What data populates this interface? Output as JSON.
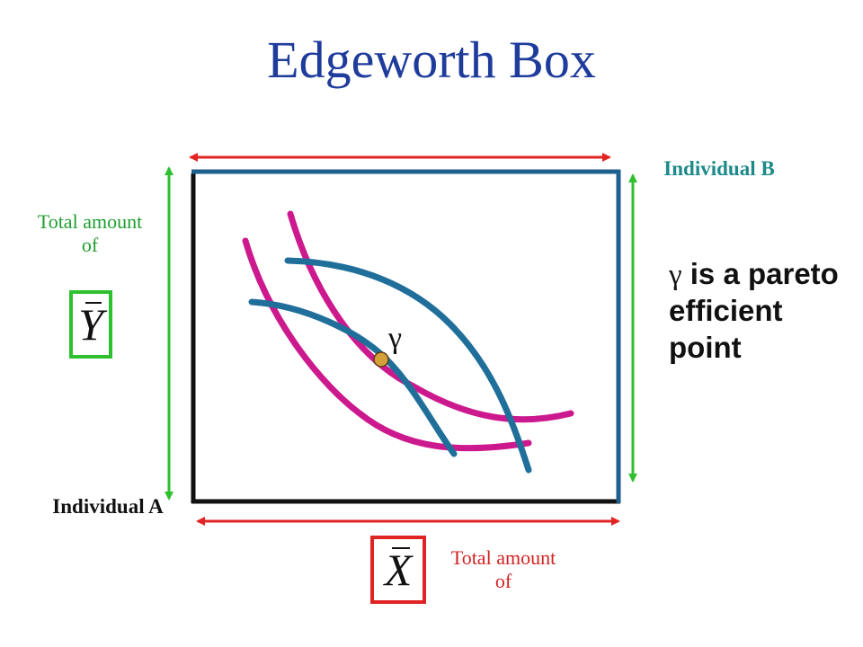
{
  "title": "Edgeworth Box",
  "origin_a_label": "Individual A",
  "origin_b_label": "Individual B",
  "y_total_label": "Total amount of",
  "y_symbol": "Y",
  "x_total_label": "Total amount of",
  "x_symbol": "X",
  "point_label": "γ",
  "note": {
    "symbol": "γ",
    "text": " is a pareto efficient point"
  },
  "colors": {
    "title": "#1f3c9c",
    "box_frame_blue": "#1f5f8f",
    "box_frame_black": "#111111",
    "indifference_a": "#cc1a8e",
    "indifference_b": "#1f6f9a",
    "dimension_x": "#e02424",
    "dimension_y": "#2ec02e",
    "point": "#d4a03a"
  }
}
